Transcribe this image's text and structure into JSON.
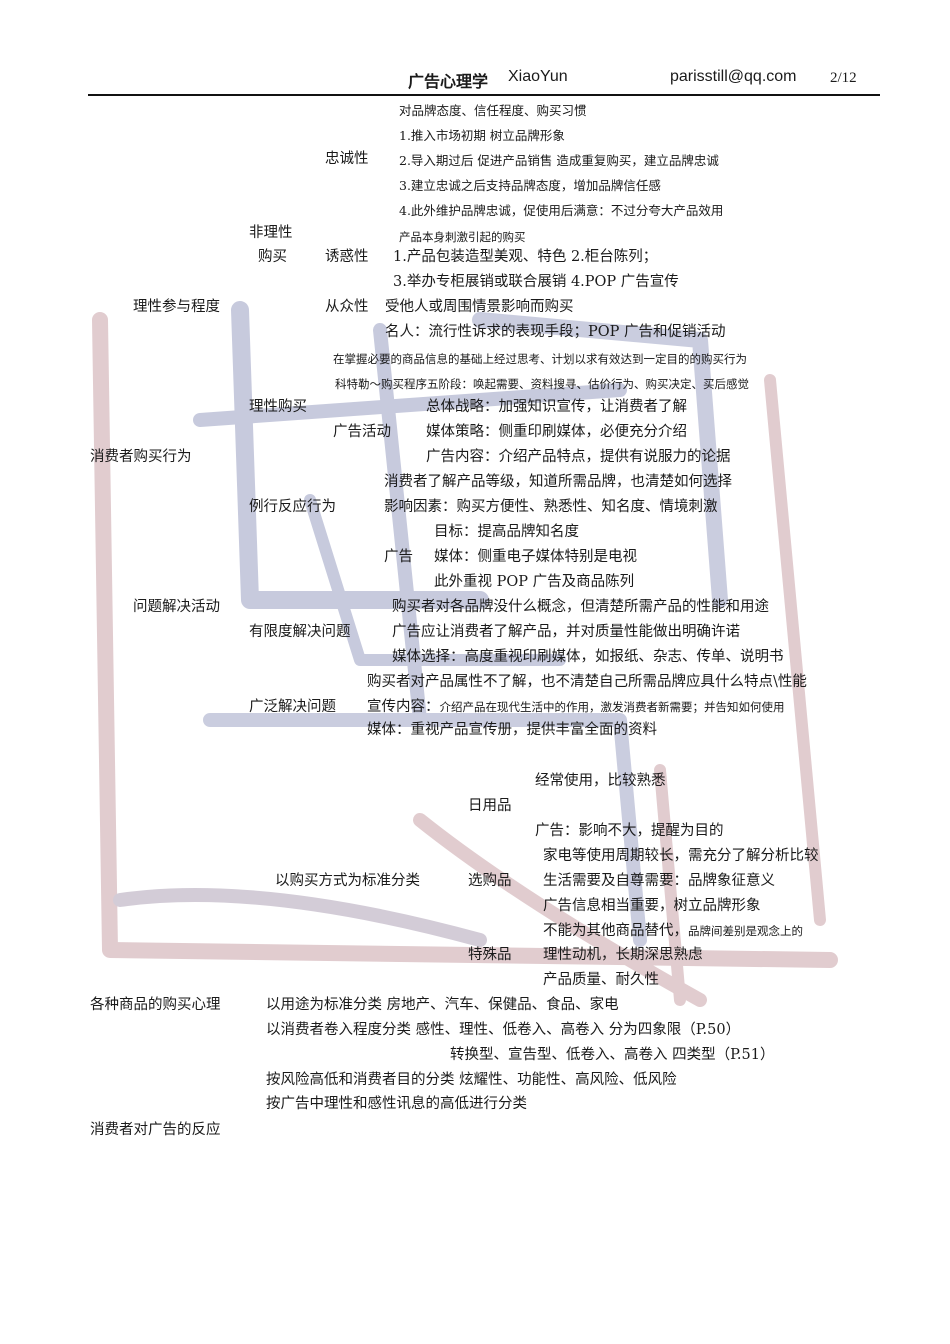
{
  "header": {
    "title": "广告心理学",
    "author": "XiaoYun",
    "email": "parisstill@qq.com",
    "page": "2/12"
  },
  "lines": {
    "l01": "对品牌态度、信任程度、购买习惯",
    "l02": "1.推入市场初期  树立品牌形象",
    "l03_label": "忠诚性",
    "l03": "2.导入期过后  促进产品销售  造成重复购买，建立品牌忠诚",
    "l04": "3.建立忠诚之后支持品牌态度，增加品牌信任感",
    "l05": "4.此外维护品牌忠诚，促使用后满意：不过分夸大产品效用",
    "l06_label": "非理性",
    "l06": "产品本身刺激引起的购买",
    "l07_label_a": "购买",
    "l07_label_b": "诱惑性",
    "l07": "1.产品包装造型美观、特色  2.柜台陈列；",
    "l08": "3.举办专柜展销或联合展销  4.POP 广告宣传",
    "l09_label_a": "理性参与程度",
    "l09_label_b": "从众性",
    "l09": "受他人或周围情景影响而购买",
    "l10": "名人：流行性诉求的表现手段；POP 广告和促销活动",
    "l11": "在掌握必要的商品信息的基础上经过思考、计划以求有效达到一定目的的购买行为",
    "l12": "科特勒～购买程序五阶段：唤起需要、资料搜寻、估价行为、购买决定、买后感觉",
    "l13_label": "理性购买",
    "l13": "总体战略：加强知识宣传，让消费者了解",
    "l14_label": "广告活动",
    "l14": "媒体策略：侧重印刷媒体，必便充分介绍",
    "l15_label": "消费者购买行为",
    "l15": "广告内容：介绍产品特点，提供有说服力的论据",
    "l16": "消费者了解产品等级，知道所需品牌，也清楚如何选择",
    "l17_label": "例行反应行为",
    "l17": "影响因素：购买方便性、熟悉性、知名度、情境刺激",
    "l18": "目标：提高品牌知名度",
    "l19_label": "广告",
    "l19": "媒体：侧重电子媒体特别是电视",
    "l20": "此外重视 POP 广告及商品陈列",
    "l21_label": "问题解决活动",
    "l21": "购买者对各品牌没什么概念，但清楚所需产品的性能和用途",
    "l22_label": "有限度解决问题",
    "l22": "广告应让消费者了解产品，并对质量性能做出明确许诺",
    "l23": "媒体选择：高度重视印刷媒体，如报纸、杂志、传单、说明书",
    "l24": "购买者对产品属性不了解，也不清楚自己所需品牌应具什么特点\\性能",
    "l25_label": "广泛解决问题",
    "l25_a": "宣传内容：",
    "l25_b": "介绍产品在现代生活中的作用，激发消费者新需要；并告知如何使用",
    "l26": "媒体：重视产品宣传册，提供丰富全面的资料",
    "l27": "经常使用，比较熟悉",
    "l28_label": "日用品",
    "l29": "广告：影响不大，提醒为目的",
    "l30": "家电等使用周期较长，需充分了解分析比较",
    "l31_label_a": "以购买方式为标准分类",
    "l31_label_b": "选购品",
    "l31": "生活需要及自尊需要：品牌象征意义",
    "l32": "广告信息相当重要，树立品牌形象",
    "l33_a": "不能为其他商品替代，",
    "l33_b": "品牌间差别是观念上的",
    "l34_label": "特殊品",
    "l34": "理性动机，长期深思熟虑",
    "l35": "产品质量、耐久性",
    "l36_label": "各种商品的购买心理",
    "l36": "以用途为标准分类 房地产、汽车、保健品、食品、家电",
    "l37": "以消费者卷入程度分类   感性、理性、低卷入、高卷入  分为四象限（P.50）",
    "l38": "转换型、宣告型、低卷入、高卷入  四类型（P.51）",
    "l39": "按风险高低和消费者目的分类 炫耀性、功能性、高风险、低风险",
    "l40": "按广告中理性和感性讯息的高低进行分类",
    "l41_label": "消费者对广告的反应"
  },
  "colors": {
    "text": "#1a1a1a",
    "watermark_blue": "#8a90b8",
    "watermark_red": "#c98a8a"
  }
}
